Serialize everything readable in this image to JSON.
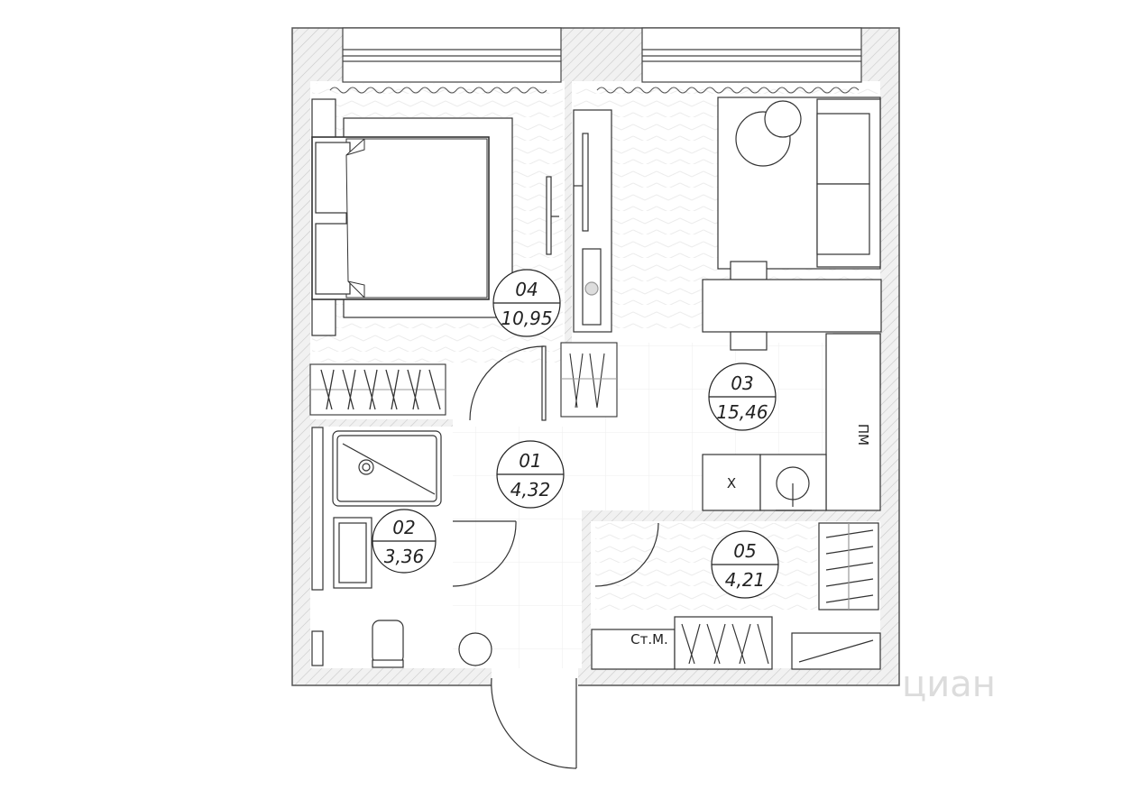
{
  "rooms": [
    {
      "id": "01",
      "area": "4,32"
    },
    {
      "id": "02",
      "area": "3,36"
    },
    {
      "id": "03",
      "area": "15,46"
    },
    {
      "id": "04",
      "area": "10,95"
    },
    {
      "id": "05",
      "area": "4,21"
    }
  ],
  "labels": {
    "dishwasher": "ПМ",
    "fridge": "Х",
    "washing_machine": "Ст.М."
  },
  "watermark": "циан"
}
